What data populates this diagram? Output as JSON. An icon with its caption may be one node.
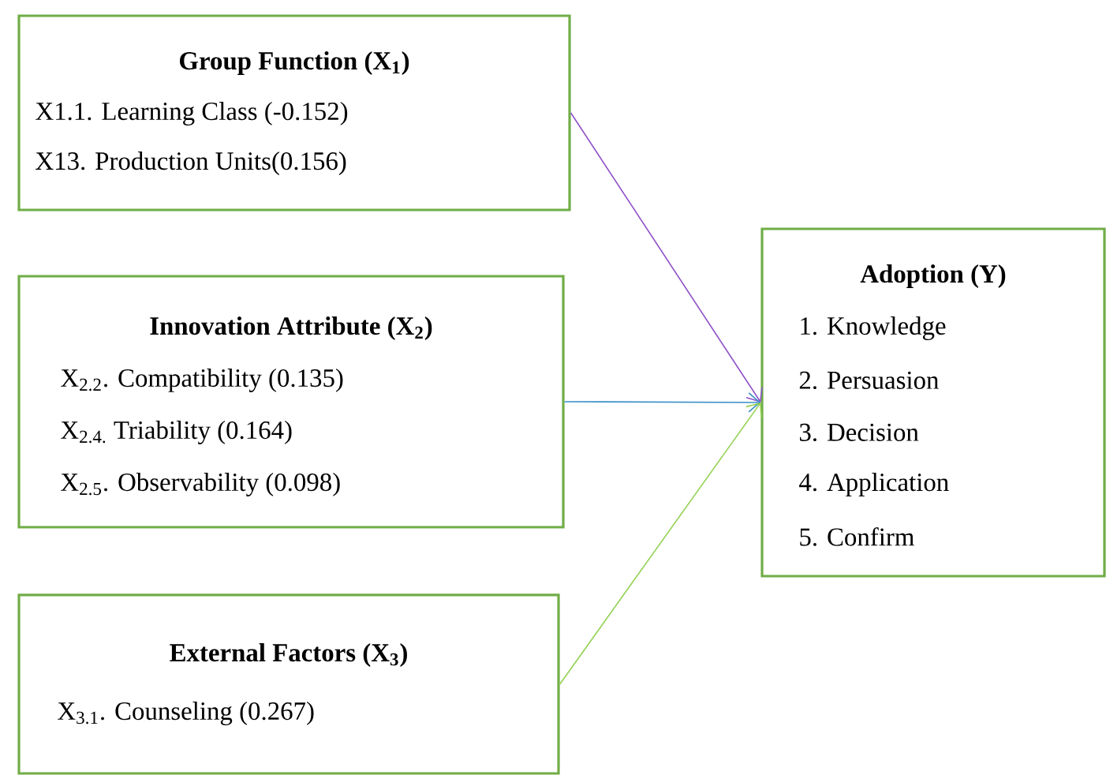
{
  "diagram": {
    "nodes": [
      {
        "text": [
          "Group Function (X$_{1}$)",
          "X1.1. Learning Class (-0.152)",
          "X13. Production Units(0.156)"
        ]
      },
      {
        "text": [
          "Innovation Attribute (X$_{2}$)",
          "X$_{2.2}$. Compatibility (0.135)",
          "X$_{2.4.}$ Triability (0.164)",
          "X$_{2.5}$. Observability (0.098)"
        ]
      },
      {
        "text": [
          "External Factors (X$_{3}$)",
          "X$_{3.1}$. Counseling (0.267)"
        ]
      },
      {
        "text": [
          "Adoption (Y)",
          "1. Knowledge",
          "2. Persuasion",
          "3. Decision",
          "4. Application",
          "5. Confirm"
        ]
      }
    ],
    "edges": [
      {
        "from": 0,
        "to": 3,
        "arrow": "to",
        "color": "#8f52c9"
      },
      {
        "from": 1,
        "to": 3,
        "arrow": "to",
        "color": "#3a8fc9"
      },
      {
        "from": 2,
        "to": 3,
        "arrow": "to",
        "color": "#92d050"
      }
    ]
  }
}
